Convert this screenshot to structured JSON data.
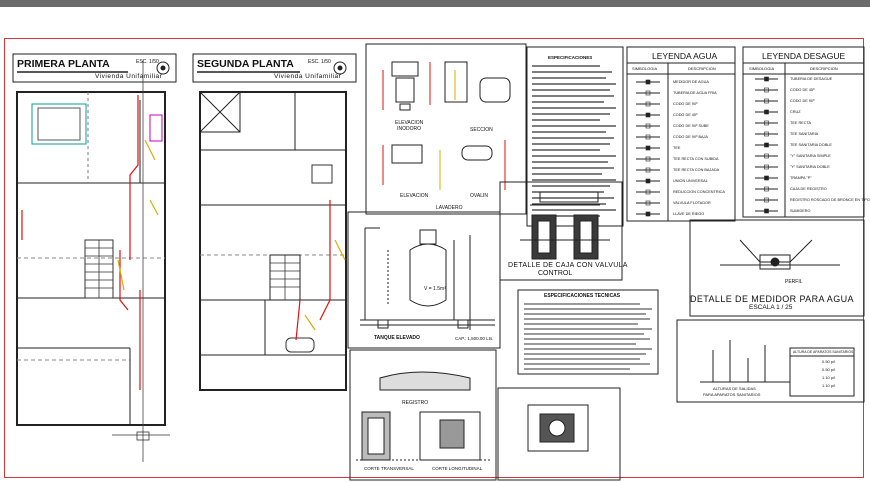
{
  "plans": {
    "first_floor": {
      "title": "PRIMERA PLANTA",
      "scale": "ESC. 1/50",
      "subtitle": "Vivienda Unifamiliar"
    },
    "second_floor": {
      "title": "SEGUNDA PLANTA",
      "scale": "ESC. 1/50",
      "subtitle": "Vivienda Unifamiliar"
    }
  },
  "fixtures": {
    "elevation_inodoro": "ELEVACION\nINODORO",
    "seccion": "SECCION",
    "elevacion": "ELEVACION",
    "lavadero": "LAVADERO",
    "ovalin": "OVALIN"
  },
  "especificaciones": {
    "title": "ESPECIFICACIONES"
  },
  "leyenda_agua": {
    "title": "LEYENDA AGUA",
    "col1": "SIMBOLOGIA",
    "col2": "DESCRIPCION",
    "items": [
      "MEDIDOR DE AGUA",
      "TUBERIA DE AGUA FRIA",
      "CODO DE 90º",
      "CODO DE 45º",
      "CODO DE 90º SUBE",
      "CODO DE 90º BAJA",
      "TEE",
      "TEE RECTA CON SUBIDA",
      "TEE RECTA CON BAJADA",
      "UNION UNIVERSAL",
      "REDUCCION CONCENTRICA",
      "VALVULA FLOTADOR",
      "LLAVE DE RIEGO"
    ]
  },
  "leyenda_desague": {
    "title": "LEYENDA DESAGUE",
    "col1": "SIMBOLOGIA",
    "col2": "DESCRIPCION",
    "items": [
      "TUBERIA DE DESAGUE",
      "CODO DE 45º",
      "CODO DE 90º",
      "CRUZ",
      "TEE RECTA",
      "TEE SANITARIA",
      "TEE SANITARIA DOBLE",
      "\"Y\" SANITARIA SIMPLE",
      "\"Y\" SANITARIA DOBLE",
      "TRAMPA \"P\"",
      "CAJA DE REGISTRO",
      "REGISTRO ROSCADO DE BRONCE EN TIPO",
      "SUMIDERO"
    ]
  },
  "tanque": {
    "title": "TANQUE ELEVADO",
    "volume": "V = 1.5m³",
    "capacity": "CAP.: 1,500.00 Lts."
  },
  "caja_valvula": {
    "title": "DETALLE DE CAJA CON VALVULA",
    "subtitle": "CONTROL"
  },
  "medidor": {
    "title": "DETALLE DE MEDIDOR PARA AGUA",
    "scale": "ESCALA 1 / 25",
    "perfil": "PERFIL"
  },
  "tecnicas": {
    "title": "ESPECIFICACIONES TECNICAS"
  },
  "alturas": {
    "caption1": "ALTURAS DE SALIDAS",
    "caption2": "PARA APARATOS SANITARIOS",
    "table_title": "ALTURA DE APARATOS SANITARIOS",
    "rows": [
      "0.50 p/l",
      "0.50 p/l",
      "1.10 p/l",
      "1.10 p/l"
    ]
  },
  "registro": {
    "label": "REGISTRO",
    "corte_trans": "CORTE TRANSVERSAL",
    "corte_long": "CORTE LONGITUDINAL"
  }
}
